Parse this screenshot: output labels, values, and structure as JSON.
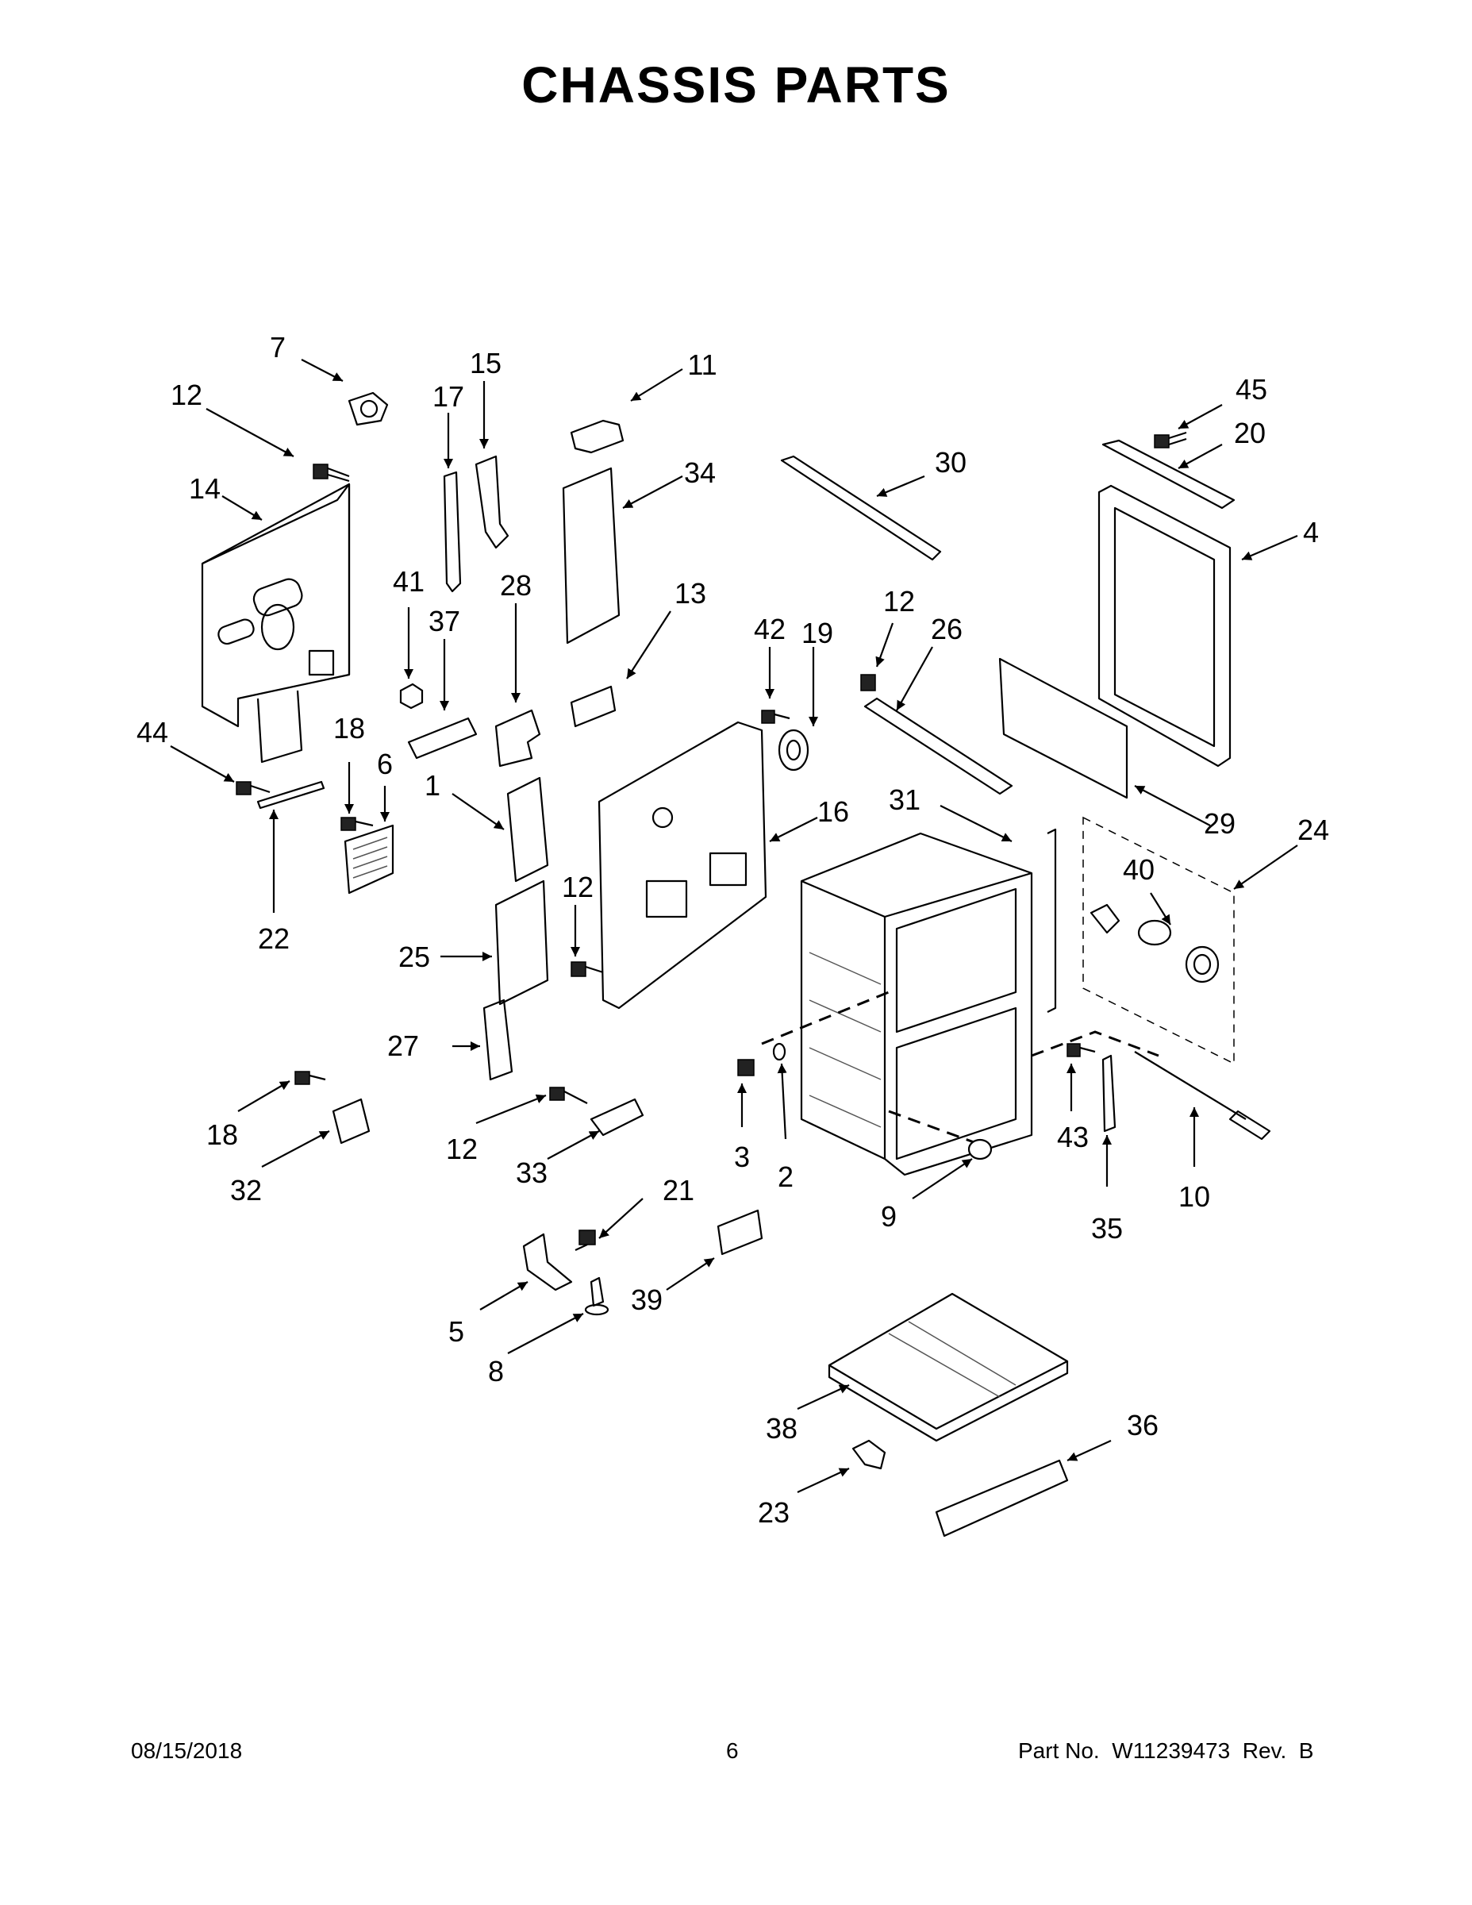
{
  "page": {
    "title": "CHASSIS PARTS",
    "date": "08/15/2018",
    "page_number": "6",
    "part_number": "Part No.  W11239473  Rev.  B"
  },
  "callouts": [
    "1",
    "2",
    "3",
    "4",
    "5",
    "6",
    "7",
    "8",
    "9",
    "10",
    "11",
    "12",
    "13",
    "14",
    "15",
    "16",
    "17",
    "18",
    "19",
    "20",
    "21",
    "22",
    "23",
    "24",
    "25",
    "26",
    "27",
    "28",
    "29",
    "30",
    "31",
    "32",
    "33",
    "34",
    "35",
    "36",
    "37",
    "38",
    "39",
    "40",
    "41",
    "42",
    "43",
    "44",
    "45"
  ]
}
